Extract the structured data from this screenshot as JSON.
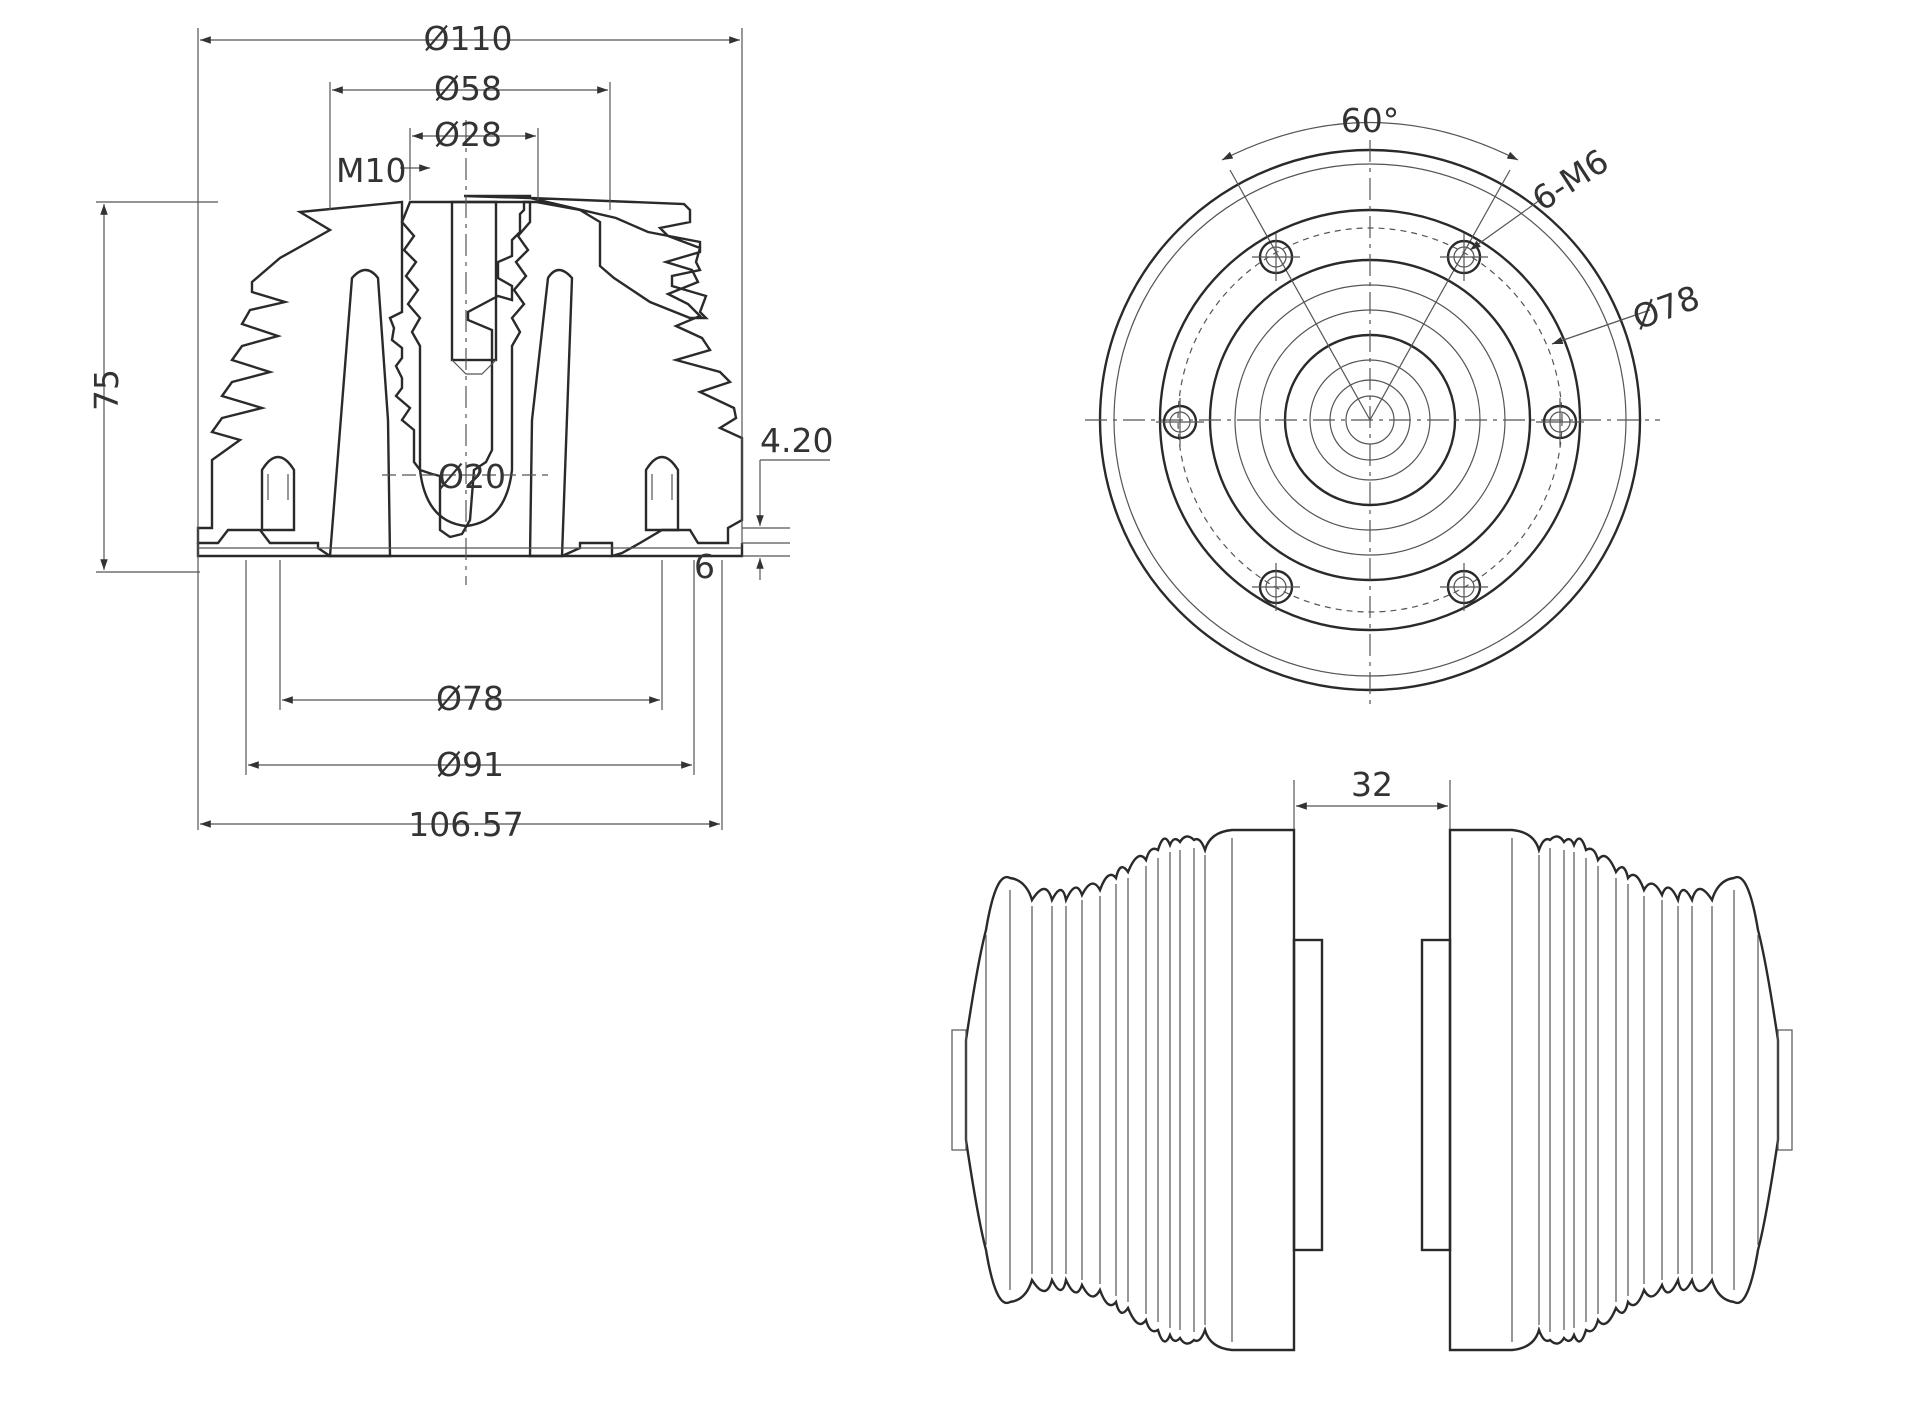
{
  "section_view": {
    "dims": {
      "outer_dia": "Ø110",
      "top_dia": "Ø58",
      "bore_dia": "Ø28",
      "thread": "M10",
      "height": "75",
      "insert_dia": "Ø20",
      "flange_step": "4.20",
      "base_thick": "6",
      "bolt_circle": "Ø78",
      "base_dia": "Ø91",
      "overall_width": "106.57"
    }
  },
  "top_view": {
    "dims": {
      "angle": "60°",
      "holes": "6-M6",
      "pcd": "Ø78"
    }
  },
  "side_view": {
    "dims": {
      "slot_width": "32"
    }
  },
  "colors": {
    "line": "#333333",
    "background": "#ffffff"
  }
}
